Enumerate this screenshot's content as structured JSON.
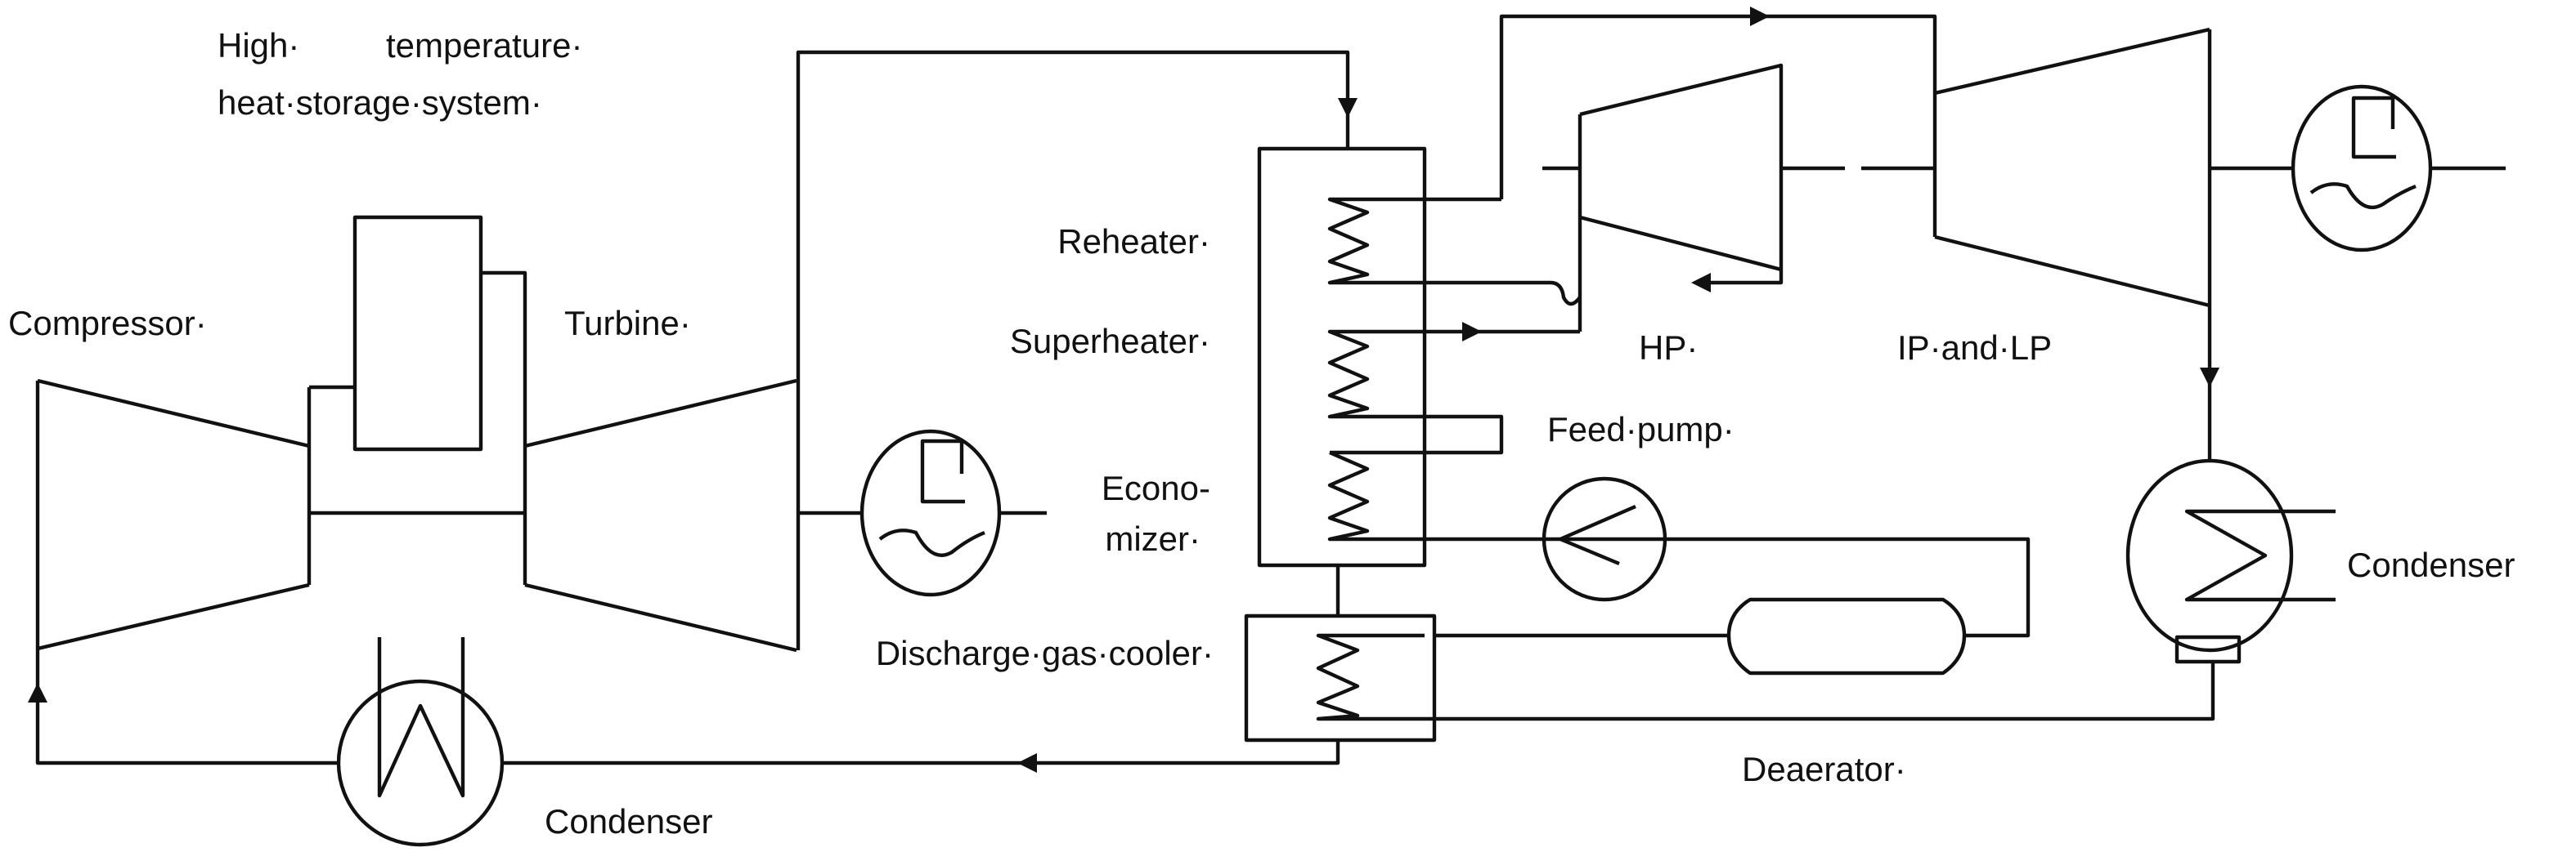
{
  "labels": {
    "storage_line1a": "High·",
    "storage_line1b": "temperature·",
    "storage_line2": "heat·storage·system·",
    "compressor": "Compressor·",
    "turbine": "Turbine·",
    "condenser_left": "Condenser",
    "reheater": "Reheater·",
    "superheater": "Superheater·",
    "economizer_1": "Econo-",
    "economizer_2": "mizer·",
    "discharge_gas_cooler": "Discharge·gas·cooler·",
    "hp": "HP·",
    "ip_lp": "IP·and·LP",
    "feed_pump": "Feed·pump·",
    "condenser_right": "Condenser",
    "deaerator": "Deaerator·"
  },
  "generator_symbol": "G"
}
